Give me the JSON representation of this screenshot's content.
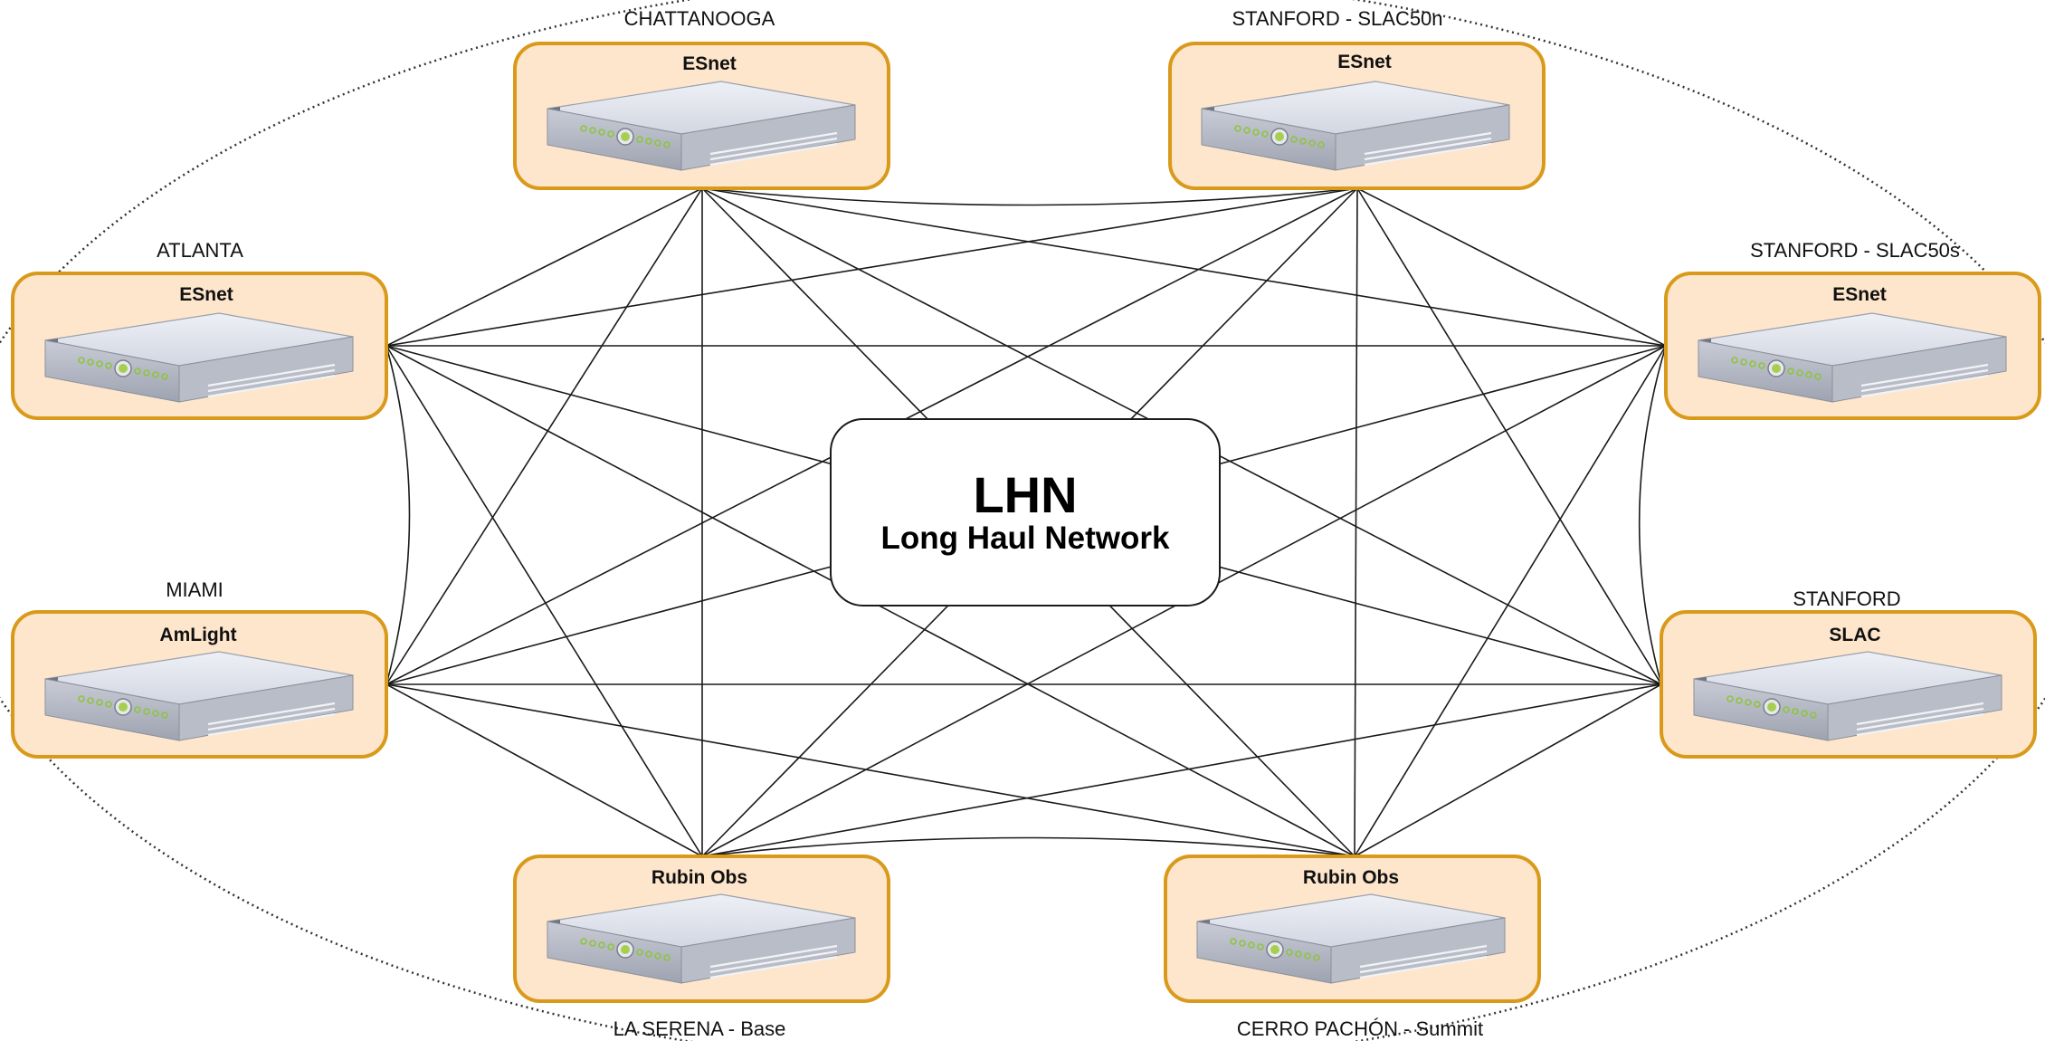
{
  "hub": {
    "title": "LHN",
    "subtitle": "Long Haul Network"
  },
  "nodes": [
    {
      "id": "chattanooga",
      "site": "CHATTANOOGA",
      "provider": "ESnet"
    },
    {
      "id": "slac50n",
      "site": "STANFORD - SLAC50n",
      "provider": "ESnet"
    },
    {
      "id": "atlanta",
      "site": "ATLANTA",
      "provider": "ESnet"
    },
    {
      "id": "slac50s",
      "site": "STANFORD - SLAC50s",
      "provider": "ESnet"
    },
    {
      "id": "miami",
      "site": "MIAMI",
      "provider": "AmLight"
    },
    {
      "id": "stanford",
      "site": "STANFORD",
      "provider": "SLAC"
    },
    {
      "id": "laserena",
      "site": "LA SERENA - Base",
      "provider": "Rubin Obs"
    },
    {
      "id": "cerropachon",
      "site": "CERRO PACHÓN - Summit",
      "provider": "Rubin Obs"
    }
  ],
  "colors": {
    "node_fill": "#fde6cc",
    "node_border": "#d99a1c",
    "link": "#1a1a1a",
    "boundary": "#333333"
  },
  "icons": {
    "server": "rack-server-icon"
  },
  "topology": "full-mesh"
}
